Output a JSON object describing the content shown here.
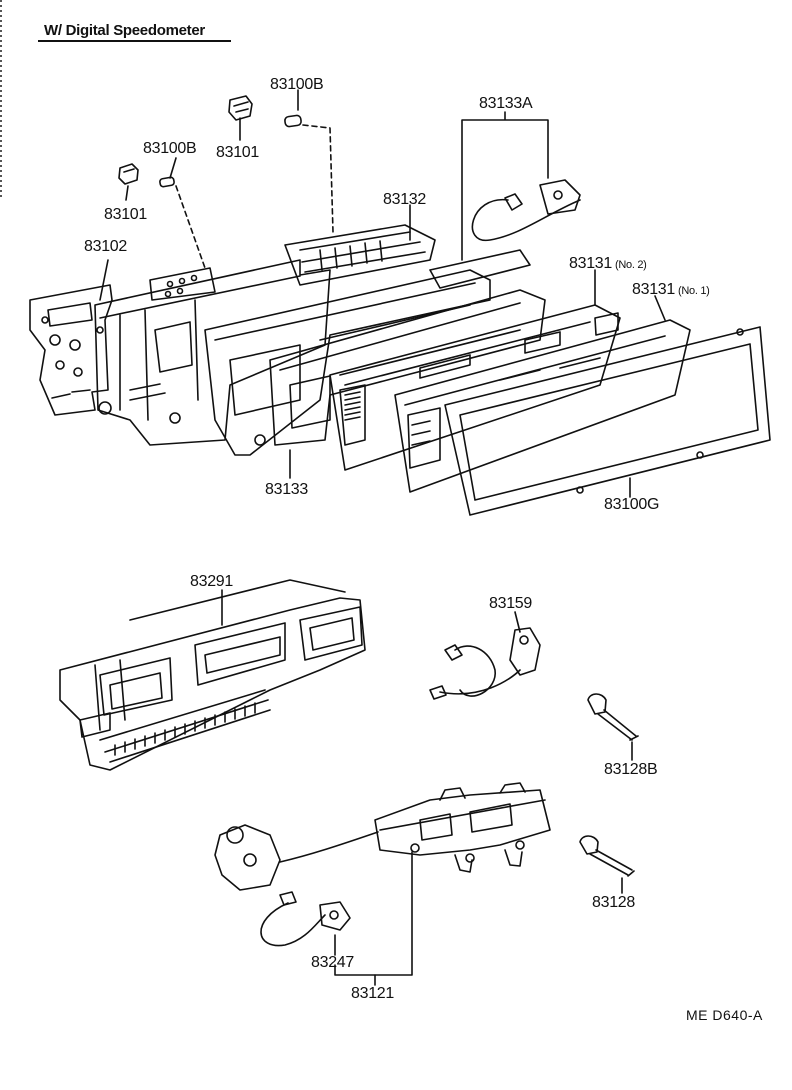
{
  "header": {
    "title": "W/ Digital Speedometer"
  },
  "labels": {
    "p83100B_a": "83100B",
    "p83101_a": "83101",
    "p83100B_b": "83100B",
    "p83101_b": "83101",
    "p83102": "83102",
    "p83132": "83132",
    "p83133A": "83133A",
    "p83131_no2": "83131",
    "p83131_no2_sub": "(No. 2)",
    "p83131_no1": "83131",
    "p83131_no1_sub": "(No. 1)",
    "p83133": "83133",
    "p83100G": "83100G",
    "p83291": "83291",
    "p83159": "83159",
    "p83128B": "83128B",
    "p83128": "83128",
    "p83247": "83247",
    "p83121": "83121"
  },
  "footer": {
    "code": "ME  D640-A"
  }
}
